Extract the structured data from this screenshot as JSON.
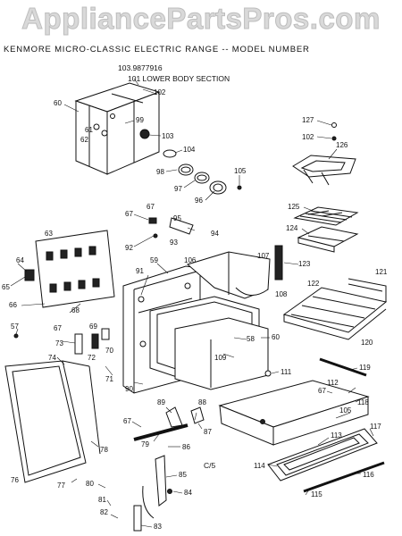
{
  "watermark": "AppliancePartsPros.com",
  "header": "KENMORE MICRO-CLASSIC ELECTRIC RANGE -- MODEL NUMBER",
  "model_number": "103.9877916",
  "section_title": "101 LOWER BODY SECTION",
  "page_code": "C/5",
  "labels": {
    "l60a": "60",
    "l61": "61",
    "l62": "62",
    "l99": "99",
    "l102a": "102",
    "l103": "103",
    "l104": "104",
    "l98": "98",
    "l97": "97",
    "l96": "96",
    "l105a": "105",
    "l127": "127",
    "l102b": "102",
    "l126": "126",
    "l125": "125",
    "l124": "124",
    "l123": "123",
    "l121": "121",
    "l122": "122",
    "l120": "120",
    "l67a": "67",
    "l95": "95",
    "l94": "94",
    "l92": "92",
    "l93": "93",
    "l63": "63",
    "l64": "64",
    "l65": "65",
    "l66": "66",
    "l68": "68",
    "l69": "69",
    "l59": "59",
    "l91": "91",
    "l106": "106",
    "l107": "107",
    "l108": "108",
    "l57": "57",
    "l67b": "67",
    "l73": "73",
    "l72": "72",
    "l70": "70",
    "l74": "74",
    "l71": "71",
    "l58": "58",
    "l109": "109",
    "l60b": "60",
    "l111": "111",
    "l119": "119",
    "l112": "112",
    "l67c": "67",
    "l118": "118",
    "l90": "90",
    "l89": "89",
    "l88": "88",
    "l87": "87",
    "l67d": "67",
    "l79": "79",
    "l86": "86",
    "l78": "78",
    "l105b": "105",
    "l117": "117",
    "l113": "113",
    "l114": "114",
    "l116": "116",
    "l115": "115",
    "l76": "76",
    "l77": "77",
    "l80": "80",
    "l81": "81",
    "l82": "82",
    "l85": "85",
    "l84": "84",
    "l83": "83"
  }
}
